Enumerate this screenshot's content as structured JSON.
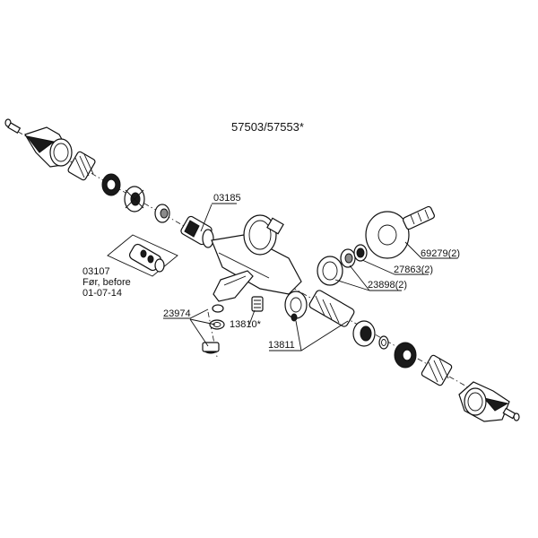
{
  "title": "57503/57553*",
  "labels": {
    "p03185": "03185",
    "p03107": "03107",
    "before_line1": "Før, before",
    "before_line2": "01-07-14",
    "p23974": "23974",
    "p13810": "13810*",
    "p13811": "13811",
    "p23898": "23898(2)",
    "p27863": "27863(2)",
    "p69279": "69279(2)"
  },
  "colors": {
    "line": "#111111",
    "background": "#ffffff",
    "shade": "#1a1a1a"
  }
}
